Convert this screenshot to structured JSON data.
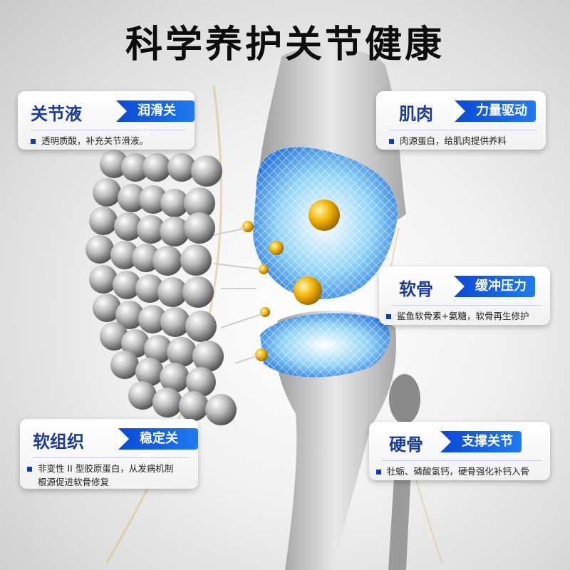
{
  "title": "科学养护关节健康",
  "cards": {
    "synovial": {
      "name": "关节液",
      "tag": "润滑关节",
      "desc": "透明质酸，补充关节滑液。"
    },
    "muscle": {
      "name": "肌肉",
      "tag": "力量驱动",
      "desc": "肉源蛋白，给肌肉提供养料"
    },
    "cartilage": {
      "name": "软骨",
      "tag": "缓冲压力",
      "desc": "鲨鱼软骨素+氨糖，软骨再生修护"
    },
    "softtissue": {
      "name": "软组织",
      "tag": "稳定关节",
      "desc_line1": "非变性 II 型胶原蛋白，从发病机制",
      "desc_line2": "根源促进软骨修复"
    },
    "bone": {
      "name": "硬骨",
      "tag": "支撑关节",
      "desc": "牡蛎、磷酸氢钙，硬骨强化补钙入骨"
    }
  },
  "colors": {
    "accent_blue": "#0b4ad6",
    "label_blue": "#1b3b9a",
    "gold": "#e8a400"
  }
}
